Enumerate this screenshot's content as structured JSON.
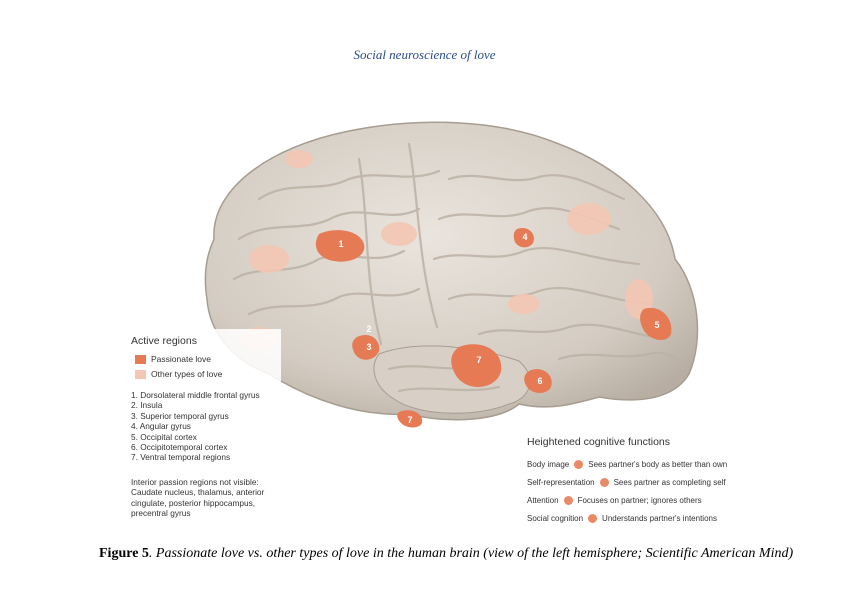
{
  "header": {
    "title": "Social neuroscience of love"
  },
  "figure": {
    "active_regions": {
      "title": "Active regions",
      "legend": [
        {
          "label": "Passionate love",
          "color": "#e57a55"
        },
        {
          "label": "Other types of love",
          "color": "#f3c7b3"
        }
      ],
      "regions": [
        "1. Dorsolateral middle frontal gyrus",
        "2. Insula",
        "3. Superior temporal gyrus",
        "4. Angular gyrus",
        "5. Occipital cortex",
        "6. Occipitotemporal cortex",
        "7. Ventral temporal regions"
      ],
      "interior_note": "Interior passion regions not visible: Caudate nucleus, thalamus, anterior cingulate, posterior hippocampus, precentral gyrus"
    },
    "brain_labels": [
      "1",
      "2",
      "3",
      "4",
      "5",
      "6",
      "7",
      "7"
    ],
    "cognitive_functions": {
      "title": "Heightened cognitive functions",
      "items": [
        {
          "label": "Body image",
          "description": "Sees partner's body as better than own"
        },
        {
          "label": "Self-representation",
          "description": "Sees partner as completing self"
        },
        {
          "label": "Attention",
          "description": "Focuses on partner; ignores others"
        },
        {
          "label": "Social cognition",
          "description": "Understands partner's intentions"
        }
      ],
      "dot_color": "#e88a66"
    }
  },
  "caption": {
    "label": "Figure 5",
    "text": ". Passionate love vs. other types of love in the human brain (view of the left hemisphere; Scientific American Mind)"
  }
}
